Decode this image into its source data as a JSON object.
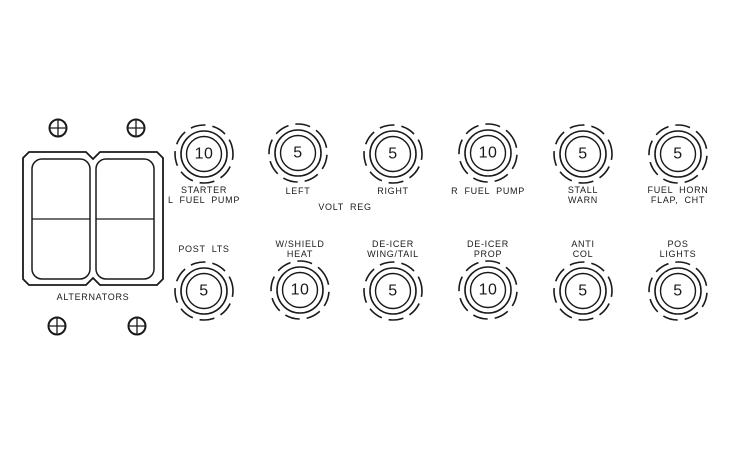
{
  "panel": {
    "type": "circuit-breaker-panel-diagram",
    "colors": {
      "line": "#1a1a1a",
      "background": "#ffffff"
    },
    "alternators": {
      "label": "ALTERNATORS",
      "switch_count": 2
    },
    "volt_reg_label": "VOLT REG",
    "top_row": [
      {
        "amp": "10",
        "lines": [
          "STARTER",
          "L FUEL PUMP"
        ]
      },
      {
        "amp": "5",
        "lines": [
          "LEFT"
        ]
      },
      {
        "amp": "5",
        "lines": [
          "RIGHT"
        ]
      },
      {
        "amp": "10",
        "lines": [
          "R FUEL PUMP"
        ]
      },
      {
        "amp": "5",
        "lines": [
          "STALL",
          "WARN"
        ]
      },
      {
        "amp": "5",
        "lines": [
          "FUEL HORN",
          "FLAP, CHT"
        ]
      }
    ],
    "bottom_row": [
      {
        "amp": "5",
        "lines": [
          "POST LTS"
        ]
      },
      {
        "amp": "10",
        "lines": [
          "W/SHIELD",
          "HEAT"
        ]
      },
      {
        "amp": "5",
        "lines": [
          "DE-ICER",
          "WING/TAIL"
        ]
      },
      {
        "amp": "10",
        "lines": [
          "DE-ICER",
          "PROP"
        ]
      },
      {
        "amp": "5",
        "lines": [
          "ANTI",
          "COL"
        ]
      },
      {
        "amp": "5",
        "lines": [
          "POS",
          "LIGHTS"
        ]
      }
    ]
  }
}
